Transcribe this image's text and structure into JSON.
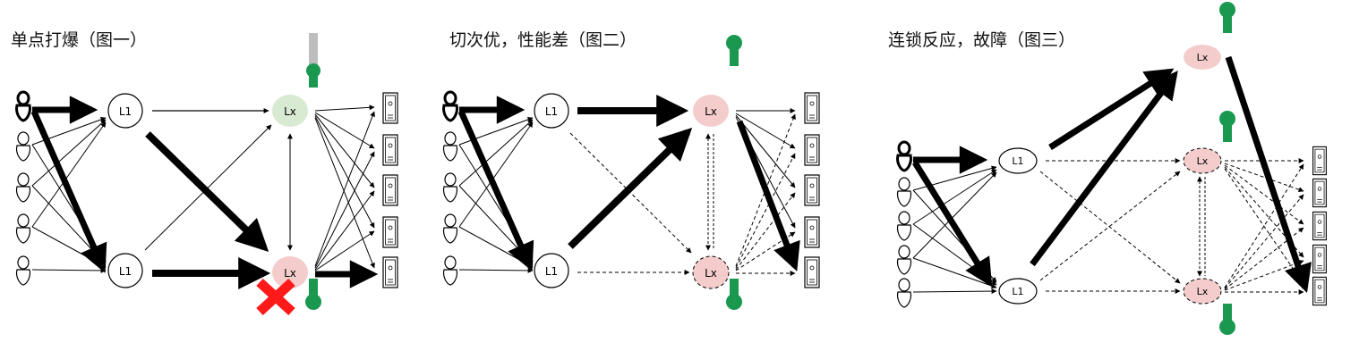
{
  "titles": {
    "fig1": "单点打爆（图一）",
    "fig2": "切次优，性能差（图二）",
    "fig3": "连锁反应，故障（图三）"
  },
  "labels": {
    "l1": "L1",
    "lx": "Lx"
  },
  "colors": {
    "lx_ok": "#d9ead3",
    "lx_warn": "#f4cccc",
    "probe": "#1a9850",
    "probe_idle": "#bdbdbd",
    "fail": "#ff1a1a",
    "stroke": "#000000"
  },
  "icons": {
    "user": "user-icon",
    "server": "server-icon",
    "probe": "probe-pin-icon",
    "fail": "fail-cross-icon"
  }
}
